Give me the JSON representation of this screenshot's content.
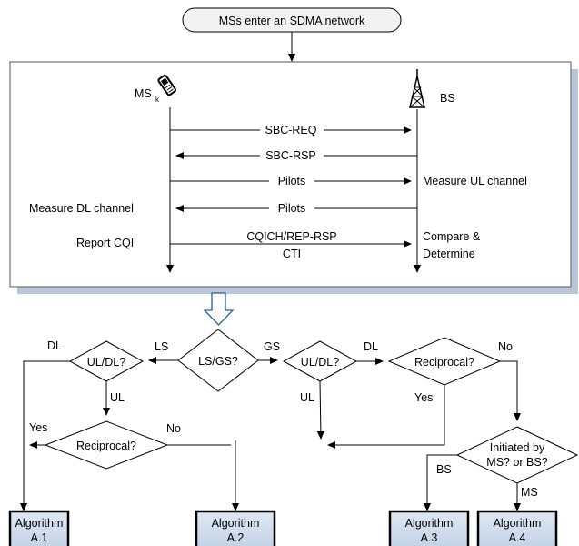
{
  "start": {
    "label": "MSs enter an SDMA network"
  },
  "sequence": {
    "ms_label": "MS",
    "ms_subscript": "k",
    "bs_label": "BS",
    "messages": [
      {
        "label": "SBC-REQ",
        "direction": "to-bs"
      },
      {
        "label": "SBC-RSP",
        "direction": "to-ms"
      },
      {
        "label": "Pilots",
        "direction": "to-bs"
      },
      {
        "label": "Pilots",
        "direction": "to-ms"
      },
      {
        "label": "CQICH/REP-RSP",
        "sublabel": "CTI",
        "direction": "to-bs"
      }
    ],
    "bs_notes": [
      "Measure UL channel",
      "Compare &",
      "Determine"
    ],
    "ms_notes": [
      "Measure DL channel",
      "Report CQI"
    ]
  },
  "decisions": {
    "ls_gs": "LS/GS?",
    "ul_dl_left": "UL/DL?",
    "ul_dl_right": "UL/DL?",
    "reciprocal_right": "Reciprocal?",
    "reciprocal_left": "Reciprocal?",
    "initiated_line1": "Initiated by",
    "initiated_line2": "MS? or BS?"
  },
  "edge_labels": {
    "ls": "LS",
    "gs": "GS",
    "dl_left": "DL",
    "ul_left": "UL",
    "dl_right": "DL",
    "ul_right": "UL",
    "no_right": "No",
    "yes_right": "Yes",
    "yes_left": "Yes",
    "no_left": "No",
    "bs": "BS",
    "ms": "MS"
  },
  "algorithms": [
    {
      "line1": "Algorithm",
      "line2": "A.1"
    },
    {
      "line1": "Algorithm",
      "line2": "A.2"
    },
    {
      "line1": "Algorithm",
      "line2": "A.3"
    },
    {
      "line1": "Algorithm",
      "line2": "A.4"
    }
  ]
}
